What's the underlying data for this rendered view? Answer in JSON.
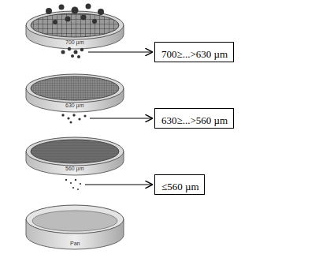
{
  "diagram": {
    "nodes": [
      {
        "text": [
          "700≥...>630 µm"
        ]
      },
      {
        "text": [
          "630≥...>560 µm"
        ]
      },
      {
        "text": [
          "≤560 µm"
        ]
      }
    ],
    "labels": [
      "700 µm",
      "630 µm",
      "560 µm",
      "Pan"
    ]
  }
}
